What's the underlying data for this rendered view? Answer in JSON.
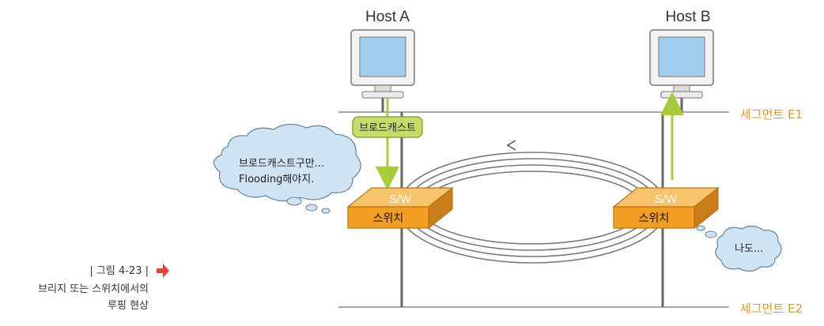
{
  "figure": {
    "caption_number": "| 그림 4-23 |",
    "caption_line1": "브리지 또는 스위치에서의",
    "caption_line2": "루핑 현상"
  },
  "hosts": {
    "a_label": "Host A",
    "b_label": "Host B"
  },
  "segments": {
    "e1_label": "세그먼트 E1",
    "e2_label": "세그먼트 E2"
  },
  "broadcast_label": "브로드캐스트",
  "switches": {
    "left_top": "S/W",
    "left_front": "스위치",
    "right_top": "S/W",
    "right_front": "스위치"
  },
  "bubbles": {
    "left_line1": "브로드캐스트구만...",
    "left_line2": "Flooding해야지.",
    "right_text": "나도..."
  },
  "colors": {
    "segment_label": "#e8961c",
    "line": "#8a8a8a",
    "bubble_fill": "#cfe3f3",
    "arrow_green": "#a7cc3a",
    "switch_front": "#f29d24",
    "switch_top": "#f7c46b",
    "broadcast_fill": "#c6dc6a"
  }
}
